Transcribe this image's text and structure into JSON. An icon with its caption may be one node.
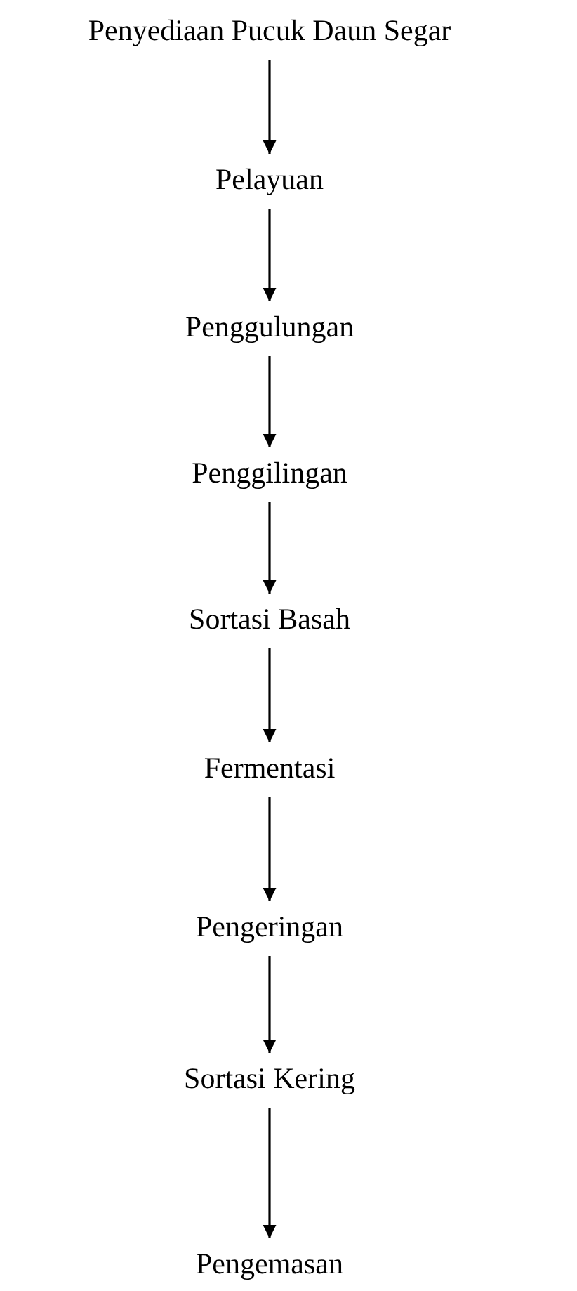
{
  "diagram": {
    "nodes": [
      {
        "text": [
          "Penyediaan Pucuk Daun Segar"
        ]
      },
      {
        "text": [
          "Pelayuan"
        ]
      },
      {
        "text": [
          "Penggulungan"
        ]
      },
      {
        "text": [
          "Penggilingan"
        ]
      },
      {
        "text": [
          "Sortasi Basah"
        ]
      },
      {
        "text": [
          "Fermentasi"
        ]
      },
      {
        "text": [
          "Pengeringan"
        ]
      },
      {
        "text": [
          "Sortasi Kering"
        ]
      },
      {
        "text": [
          "Pengemasan"
        ]
      }
    ],
    "edges": [
      {
        "from": 0,
        "to": 1,
        "arrow": "to"
      },
      {
        "from": 1,
        "to": 2,
        "arrow": "to"
      },
      {
        "from": 2,
        "to": 3,
        "arrow": "to"
      },
      {
        "from": 3,
        "to": 4,
        "arrow": "to"
      },
      {
        "from": 4,
        "to": 5,
        "arrow": "to"
      },
      {
        "from": 5,
        "to": 6,
        "arrow": "to"
      },
      {
        "from": 6,
        "to": 7,
        "arrow": "to"
      },
      {
        "from": 7,
        "to": 8,
        "arrow": "to"
      }
    ]
  }
}
